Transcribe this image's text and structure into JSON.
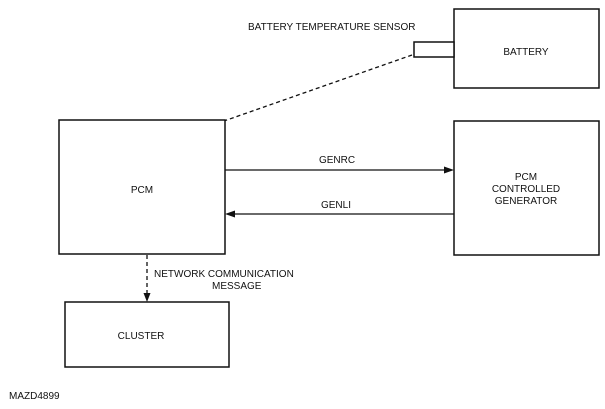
{
  "blocks": {
    "battery": "BATTERY",
    "pcm": "PCM",
    "generator": [
      "PCM",
      "CONTROLLED",
      "GENERATOR"
    ],
    "cluster": "CLUSTER"
  },
  "labels": {
    "battery_temp_sensor": "BATTERY TEMPERATURE SENSOR",
    "genrc": "GENRC",
    "genli": "GENLI",
    "network_message": [
      "NETWORK COMMUNICATION",
      "MESSAGE"
    ]
  },
  "figure_id": "MAZD4899"
}
